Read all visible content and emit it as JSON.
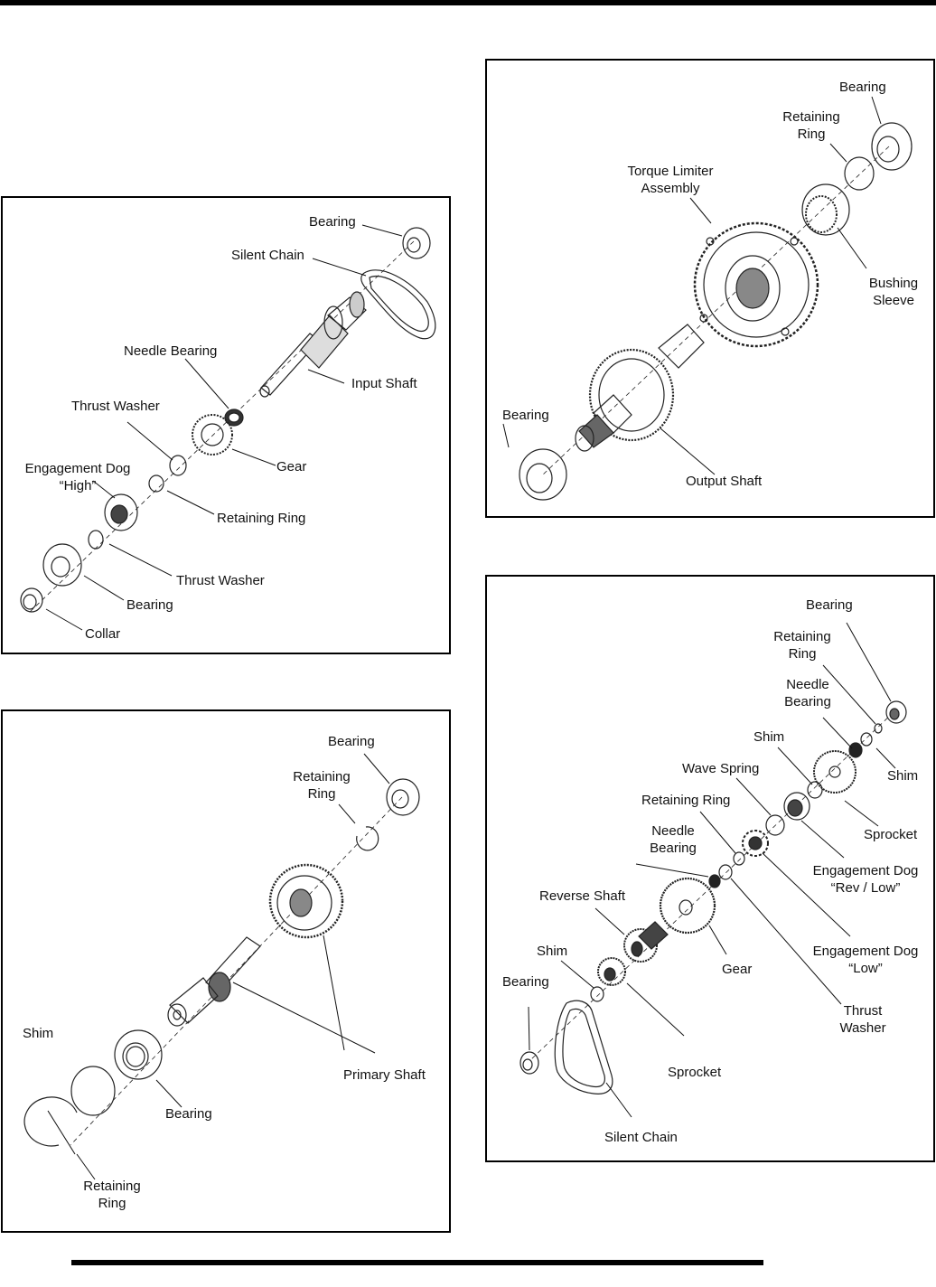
{
  "page": {
    "diagrams": [
      {
        "id": "input-shaft",
        "labels": {
          "bearing_top": "Bearing",
          "silent_chain": "Silent Chain",
          "needle_bearing": "Needle Bearing",
          "input_shaft": "Input Shaft",
          "thrust_washer_top": "Thrust Washer",
          "gear": "Gear",
          "engagement_dog_l1": "Engagement Dog",
          "engagement_dog_l2": "“High”",
          "retaining_ring": "Retaining Ring",
          "thrust_washer_bottom": "Thrust Washer",
          "bearing_bottom": "Bearing",
          "collar": "Collar"
        }
      },
      {
        "id": "primary-shaft",
        "labels": {
          "bearing_top": "Bearing",
          "retaining_ring_top_l1": "Retaining",
          "retaining_ring_top_l2": "Ring",
          "primary_shaft": "Primary Shaft",
          "shim": "Shim",
          "bearing_bottom": "Bearing",
          "retaining_ring_bottom_l1": "Retaining",
          "retaining_ring_bottom_l2": "Ring"
        }
      },
      {
        "id": "output-shaft",
        "labels": {
          "bearing_top": "Bearing",
          "retaining_ring_l1": "Retaining",
          "retaining_ring_l2": "Ring",
          "torque_limiter_l1": "Torque Limiter",
          "torque_limiter_l2": "Assembly",
          "bushing_sleeve_l1": "Bushing",
          "bushing_sleeve_l2": "Sleeve",
          "bearing_bottom": "Bearing",
          "output_shaft": "Output Shaft"
        }
      },
      {
        "id": "reverse-shaft",
        "labels": {
          "bearing_top": "Bearing",
          "retaining_ring_top_l1": "Retaining",
          "retaining_ring_top_l2": "Ring",
          "needle_bearing_top_l1": "Needle",
          "needle_bearing_top_l2": "Bearing",
          "shim_upper": "Shim",
          "shim_right": "Shim",
          "wave_spring": "Wave Spring",
          "sprocket_top": "Sprocket",
          "retaining_ring_mid": "Retaining Ring",
          "needle_bearing_mid_l1": "Needle",
          "needle_bearing_mid_l2": "Bearing",
          "engagement_dog_rev_l1": "Engagement Dog",
          "engagement_dog_rev_l2": "“Rev / Low”",
          "reverse_shaft": "Reverse Shaft",
          "engagement_dog_low_l1": "Engagement Dog",
          "engagement_dog_low_l2": "“Low”",
          "gear": "Gear",
          "shim_lower": "Shim",
          "bearing_bottom": "Bearing",
          "thrust_washer_l1": "Thrust",
          "thrust_washer_l2": "Washer",
          "sprocket_bottom": "Sprocket",
          "silent_chain": "Silent Chain"
        }
      }
    ]
  }
}
